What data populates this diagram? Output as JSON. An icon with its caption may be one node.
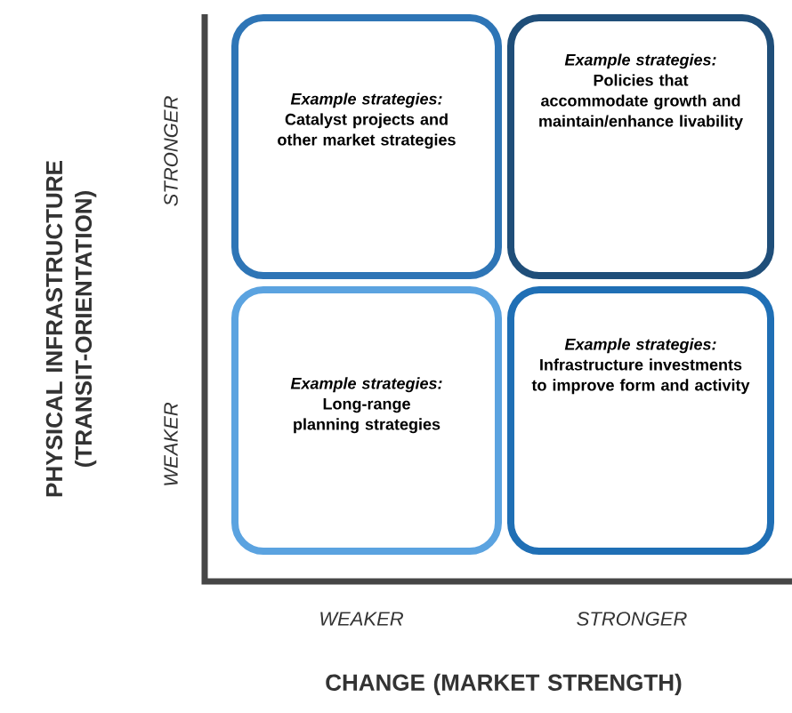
{
  "diagram": {
    "nodes": [
      {
        "text": [
          "Example strategies:",
          "Catalyst projects and other market strategies"
        ]
      },
      {
        "text": [
          "Example strategies:",
          "Policies that accommodate growth and maintain/enhance livability"
        ]
      },
      {
        "text": [
          "Example strategies:",
          "Long-range planning strategies"
        ]
      },
      {
        "text": [
          "Example strategies:",
          "Infrastructure investments to improve form and activity"
        ]
      }
    ],
    "labels": [
      "PHYSICAL INFRASTRUCTURE (TRANSIT-ORIENTATION)",
      "STRONGER",
      "WEAKER",
      "WEAKER",
      "STRONGER",
      "CHANGE (MARKET STRENGTH)"
    ]
  }
}
